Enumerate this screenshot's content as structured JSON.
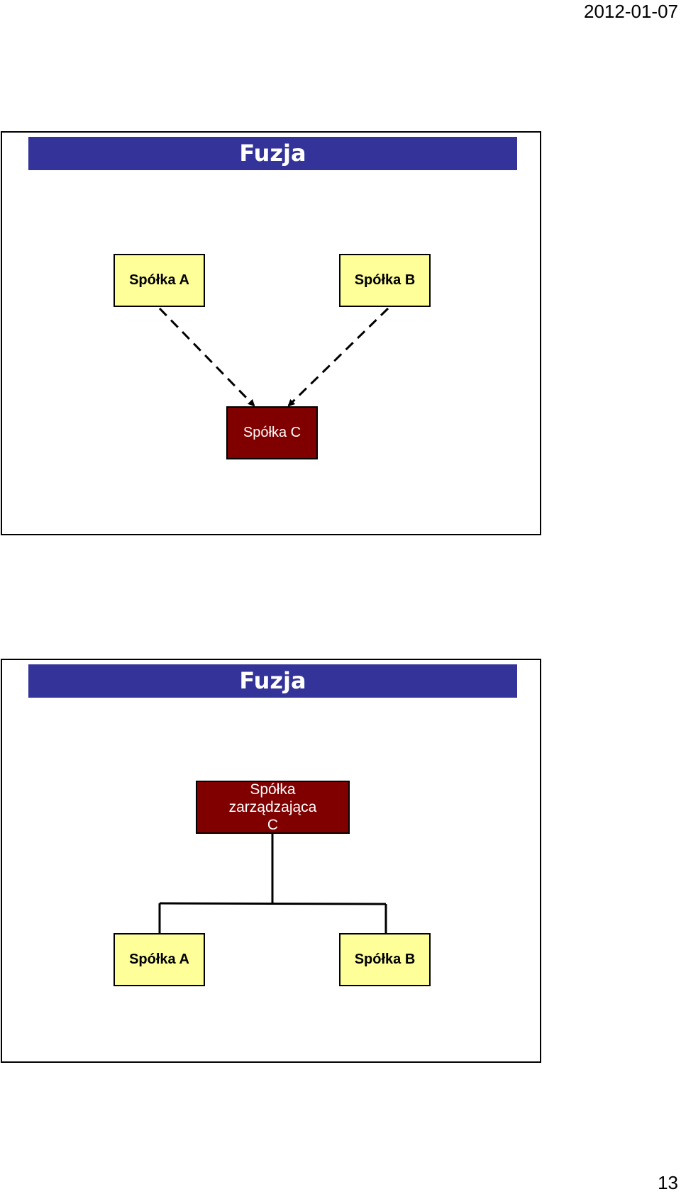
{
  "header": {
    "date": "2012-01-07"
  },
  "footer": {
    "page_number": "13"
  },
  "slides": [
    {
      "title": "Fuzja",
      "boxes": {
        "a": "Spółka A",
        "b": "Spółka B",
        "c": "Spółka C"
      }
    },
    {
      "title": "Fuzja",
      "boxes": {
        "c_line1": "Spółka",
        "c_line2": "zarządzająca",
        "c_line3": "C",
        "a": "Spółka A",
        "b": "Spółka B"
      }
    }
  ],
  "colors": {
    "title_bar": "#333399",
    "yellow_box": "#ffff99",
    "dark_box": "#800000"
  }
}
